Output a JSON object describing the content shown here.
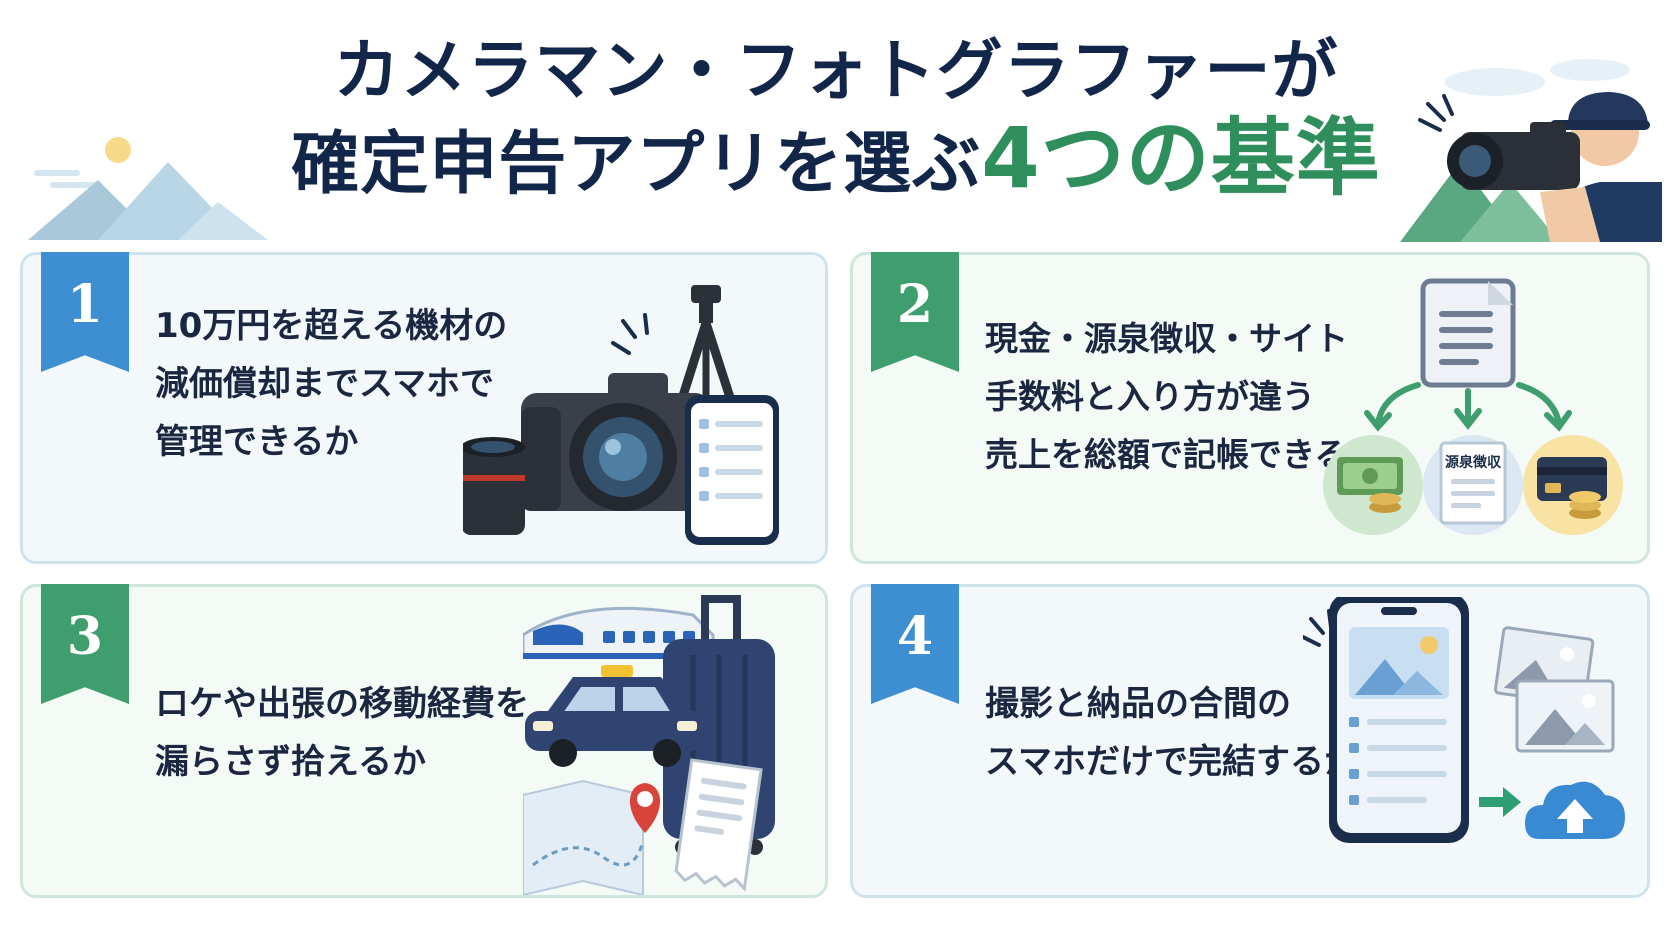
{
  "title": {
    "line1": "カメラマン・フォトグラファーが",
    "line2_prefix": "確定申告アプリを選ぶ",
    "line2_accent": "4つの基準"
  },
  "cards": [
    {
      "number": "1",
      "lines": [
        "10万円を超える機材の",
        "減価償却までスマホで",
        "管理できるか"
      ]
    },
    {
      "number": "2",
      "lines": [
        "現金・源泉徴収・サイト",
        "手数料と入り方が違う",
        "売上を総額で記帳できるか"
      ],
      "badge_label": "源泉徴収"
    },
    {
      "number": "3",
      "lines": [
        "ロケや出張の移動経費を",
        "漏らさず拾えるか"
      ]
    },
    {
      "number": "4",
      "lines": [
        "撮影と納品の合間の",
        "スマホだけで完結するか"
      ]
    }
  ],
  "colors": {
    "navy": "#12264a",
    "accent_green": "#2e8f5c",
    "ribbon_blue": "#3d8fd1",
    "ribbon_green": "#3e9e6e"
  },
  "icons": [
    "mountain-sun-icon",
    "photographer-icon",
    "camera-icon",
    "tripod-icon",
    "phone-checklist-icon",
    "document-icon",
    "cash-icon",
    "withholding-slip-icon",
    "credit-card-icon",
    "train-icon",
    "taxi-icon",
    "suitcase-icon",
    "map-pin-icon",
    "receipt-icon",
    "photo-icon",
    "cloud-upload-icon"
  ]
}
